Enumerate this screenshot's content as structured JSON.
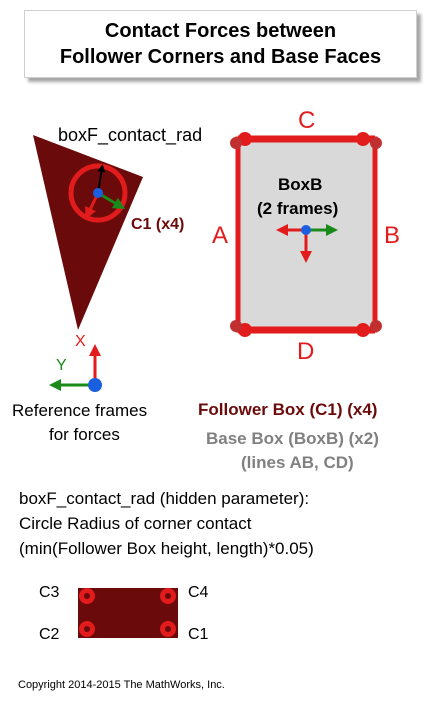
{
  "title": {
    "line1": "Contact Forces between",
    "line2": "Follower Corners and Base Faces"
  },
  "follower": {
    "param_label": "boxF_contact_rad",
    "corner_label": "C1 (x4)"
  },
  "base": {
    "name": "BoxB",
    "frames": "(2 frames)",
    "face_a": "A",
    "face_b": "B",
    "face_c": "C",
    "face_d": "D"
  },
  "reference": {
    "axis_x": "X",
    "axis_y": "Y",
    "caption_line1": "Reference frames",
    "caption_line2": "for forces"
  },
  "legend": {
    "follower": "Follower Box (C1) (x4)",
    "base_line1": "Base Box (BoxB) (x2)",
    "base_line2": "(lines AB, CD)"
  },
  "description": {
    "line1": "boxF_contact_rad (hidden parameter):",
    "line2": "Circle Radius of corner contact",
    "line3": "(min(Follower Box height, length)*0.05)"
  },
  "corners": {
    "c1": "C1",
    "c2": "C2",
    "c3": "C3",
    "c4": "C4"
  },
  "copyright": "Copyright 2014-2015 The MathWorks, Inc.",
  "colors": {
    "dark_red": "#6b0a0a",
    "red": "#e21c1c",
    "green": "#1a8a1a",
    "blue": "#1a5fe0",
    "gray": "#808080"
  }
}
